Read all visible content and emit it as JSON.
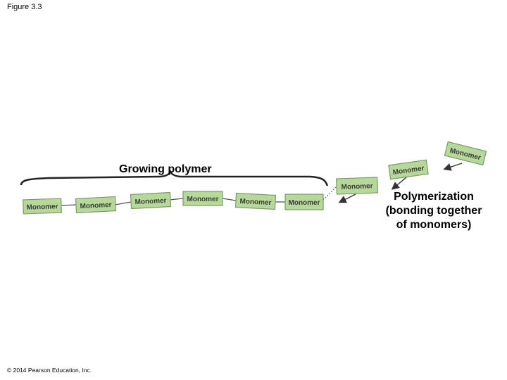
{
  "figure_label": "Figure 3.3",
  "copyright": "© 2014 Pearson Education, Inc.",
  "growing_polymer_label": "Growing polymer",
  "polymerization_label": [
    "Polymerization",
    "(bonding together",
    "of monomers)"
  ],
  "monomer_label": "Monomer",
  "colors": {
    "monomer_fill": "#b6d99a",
    "monomer_stroke": "#7a9a6a",
    "bond": "#555555",
    "text": "#000000"
  }
}
